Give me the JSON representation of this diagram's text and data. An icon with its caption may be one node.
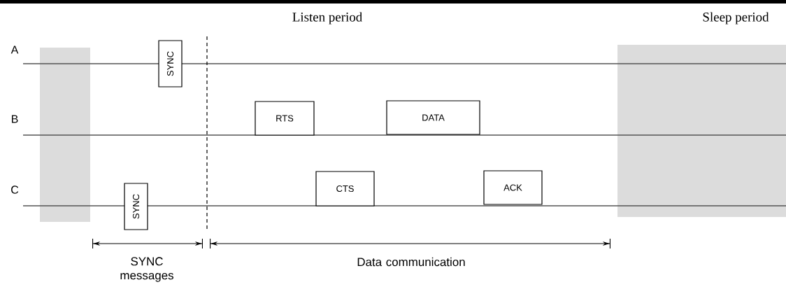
{
  "diagram": {
    "nodes": [
      {
        "text": [],
        "shape": "box"
      },
      {
        "text": [],
        "shape": "box"
      },
      {
        "text": [
          "SYNC"
        ]
      },
      {
        "text": [
          "RTS"
        ]
      },
      {
        "text": [
          "DATA"
        ]
      },
      {
        "text": [
          "SYNC"
        ]
      },
      {
        "text": [
          "CTS"
        ]
      },
      {
        "text": [
          "ACK"
        ]
      }
    ],
    "edges": [],
    "labels": [
      "Listen period",
      "Sleep period",
      "A",
      "B",
      "C",
      "SYNC messages",
      "Data communication"
    ]
  }
}
